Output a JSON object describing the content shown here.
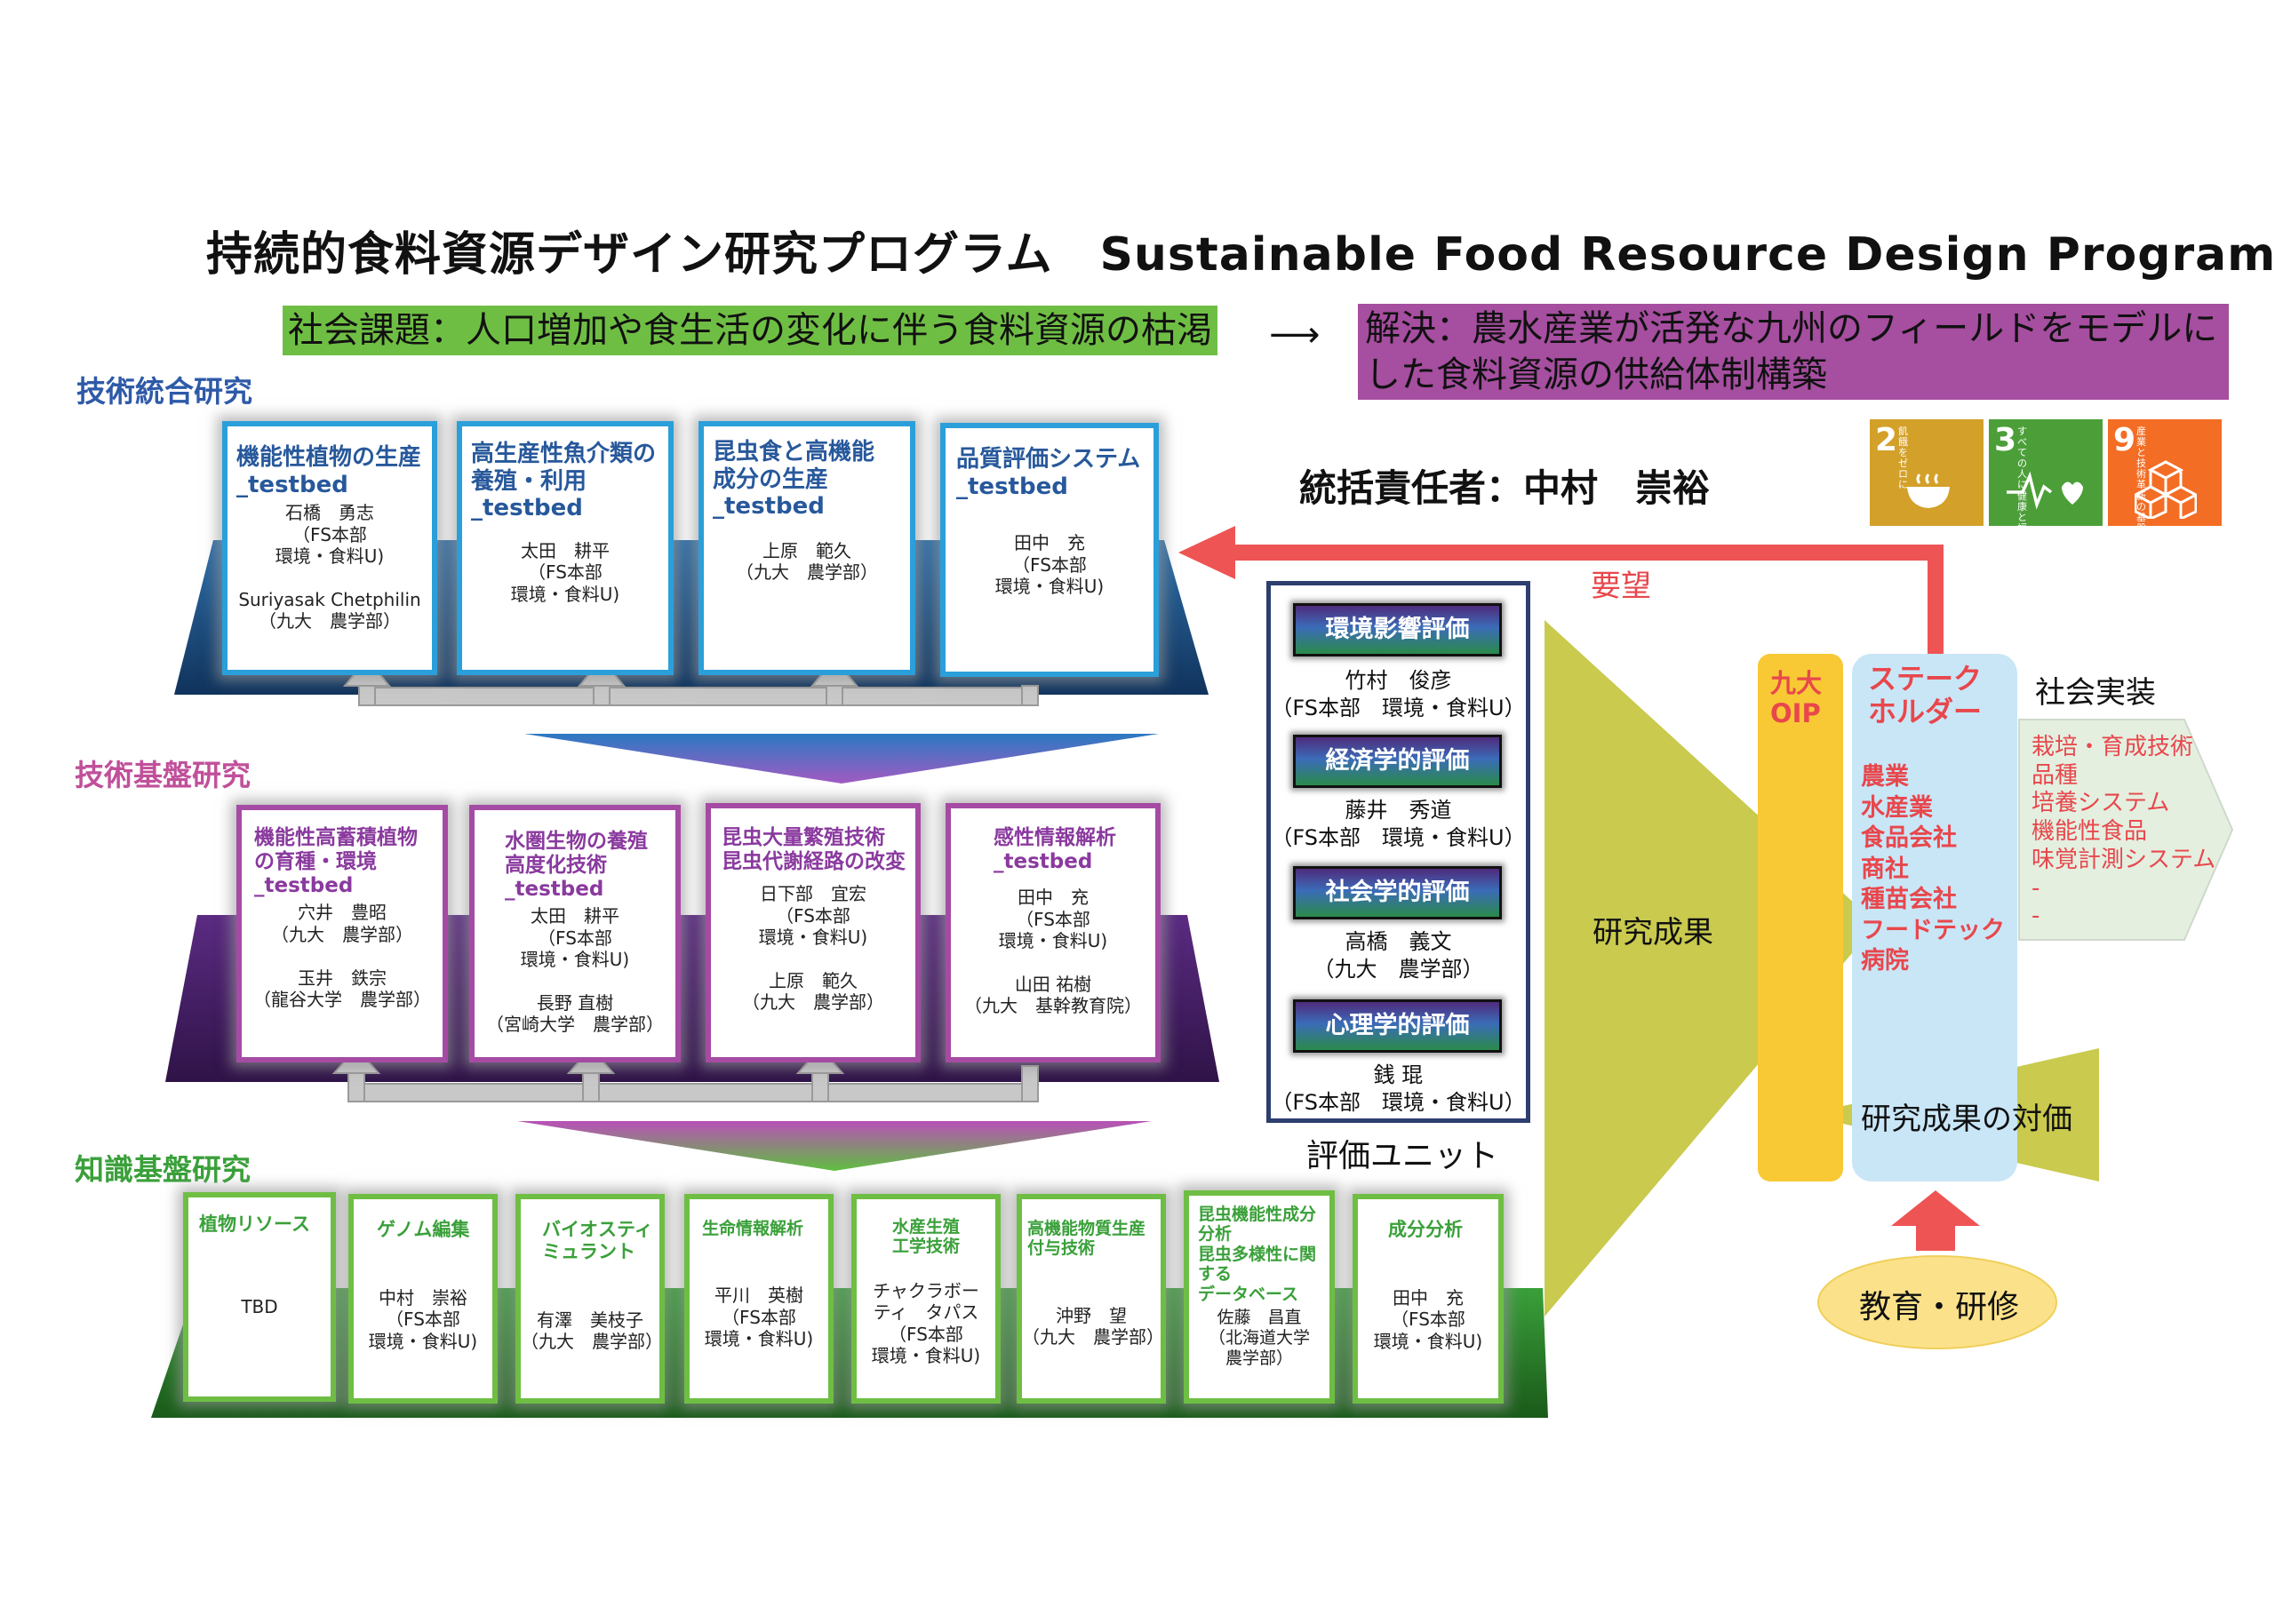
{
  "title": "持続的食料資源デザイン研究プログラム　Sustainable Food Resource Design Program",
  "issue": "社会課題：人口増加や食生活の変化に伴う食料資源の枯渇",
  "arrow_symbol": "⟶",
  "solution": "解決：農水産業が活発な九州のフィールドをモデルにした食料資源の供給体制構築",
  "leader": "統括責任者：中村　崇裕",
  "layers": {
    "integration": {
      "label": "技術統合研究",
      "cards": [
        {
          "title": "機能性植物の生産\n_testbed",
          "people": "石橋　勇志\n（FS本部\n環境・食料U)\n\nSuriyasak Chetphilin\n（九大　農学部）"
        },
        {
          "title": "高生産性魚介類の\n養殖・利用\n_testbed",
          "people": "太田　耕平\n（FS本部\n環境・食料U)"
        },
        {
          "title": "昆虫食と高機能\n成分の生産\n_testbed",
          "people": "上原　範久\n（九大　農学部）"
        },
        {
          "title": "品質評価システム\n_testbed",
          "people": "田中　充\n（FS本部\n環境・食料U)"
        }
      ]
    },
    "platform": {
      "label": "技術基盤研究",
      "cards": [
        {
          "title": "機能性高蓄積植物\nの育種・環境\n_testbed",
          "people": "穴井　豊昭\n（九大　農学部）\n\n玉井　鉄宗\n（龍谷大学　農学部）"
        },
        {
          "title": "水圏生物の養殖\n高度化技術\n_testbed",
          "people": "太田　耕平\n（FS本部\n環境・食料U)\n\n長野 直樹\n（宮崎大学　農学部）"
        },
        {
          "title": "昆虫大量繁殖技術\n昆虫代謝経路の改変",
          "people": "日下部　宜宏\n（FS本部\n環境・食料U)\n\n上原　範久\n（九大　農学部）"
        },
        {
          "title": "感性情報解析\n_testbed",
          "people": "田中　充\n（FS本部\n環境・食料U)\n\n山田 祐樹\n（九大　基幹教育院）"
        }
      ]
    },
    "knowledge": {
      "label": "知識基盤研究",
      "cards": [
        {
          "title": "植物リソース",
          "people": "TBD"
        },
        {
          "title": "ゲノム編集",
          "people": "中村　崇裕\n（FS本部\n環境・食料U)"
        },
        {
          "title": "バイオスティ\nミュラント",
          "people": "有澤　美枝子\n（九大　農学部）"
        },
        {
          "title": "生命情報解析",
          "people": "平川　英樹\n（FS本部\n環境・食料U)"
        },
        {
          "title": "水産生殖\n工学技術",
          "people": "チャクラボー\nティ　タパス\n（FS本部\n環境・食料U)"
        },
        {
          "title": "高機能物質生産\n付与技術",
          "people": "沖野　望\n（九大　農学部）"
        },
        {
          "title": "昆虫機能性成分\n分析\n昆虫多様性に関\nする\nデータベース",
          "people": "佐藤　昌直\n（北海道大学\n農学部）"
        },
        {
          "title": "成分分析",
          "people": "田中　充\n（FS本部\n環境・食料U)"
        }
      ]
    }
  },
  "evaluation_unit": {
    "label": "評価ユニット",
    "items": [
      {
        "badge": "環境影響評価",
        "person": "竹村　俊彦\n（FS本部　環境・食料U）"
      },
      {
        "badge": "経済学的評価",
        "person": "藤井　秀道\n（FS本部　環境・食料U）"
      },
      {
        "badge": "社会学的評価",
        "person": "高橋　義文\n（九大　農学部）"
      },
      {
        "badge": "心理学的評価",
        "person": "銭 琨\n（FS本部　環境・食料U）"
      }
    ]
  },
  "flow": {
    "request": "要望",
    "research_results": "研究成果",
    "compensation": "研究成果の対価",
    "oip": "九大\nOIP",
    "stakeholder_title": "ステーク\nホルダー",
    "stakeholders": "農業\n水産業\n食品会社\n商社\n種苗会社\nフードテック\n病院",
    "social_impl_label": "社会実装",
    "social_impl_items": "栽培・育成技術\n品種\n培養システム\n機能性食品\n味覚計測システム\n-\n-",
    "education": "教育・研修"
  },
  "sdgs": [
    {
      "num": "2",
      "text": "飢餓を\nゼロに",
      "color": "#d3a029",
      "icon": "bowl-icon"
    },
    {
      "num": "3",
      "text": "すべての人に\n健康と福祉を",
      "color": "#4c9f38",
      "icon": "heartbeat-icon"
    },
    {
      "num": "9",
      "text": "産業と技術革新の\n基盤をつくろう",
      "color": "#f36d25",
      "icon": "cubes-icon"
    }
  ],
  "colors": {
    "integration": "#1e6fb5",
    "platform": "#7a3696",
    "knowledge": "#3aa03a",
    "issue_bg": "#6fbe44",
    "solution_bg": "#a64ea0",
    "accent_red": "#e8474c"
  }
}
